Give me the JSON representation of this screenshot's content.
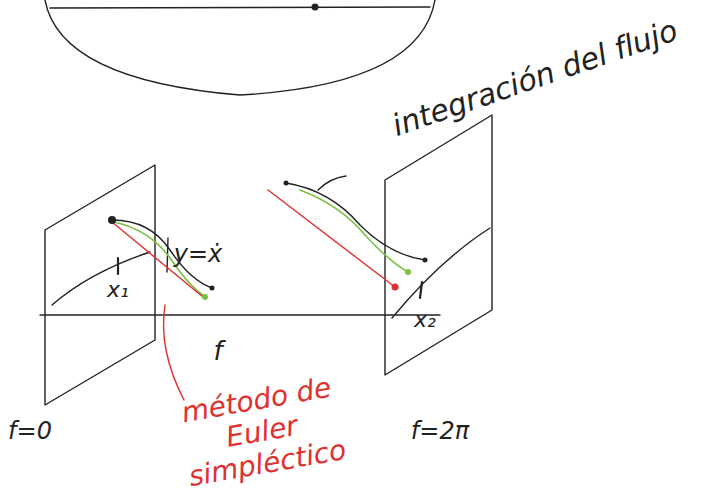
{
  "diagram": {
    "labels": [
      "integración del flujo",
      "y=ẋ",
      "x₁",
      "x₂",
      "f",
      "f=0",
      "f=2π",
      "método de Euler simpléctico"
    ]
  }
}
